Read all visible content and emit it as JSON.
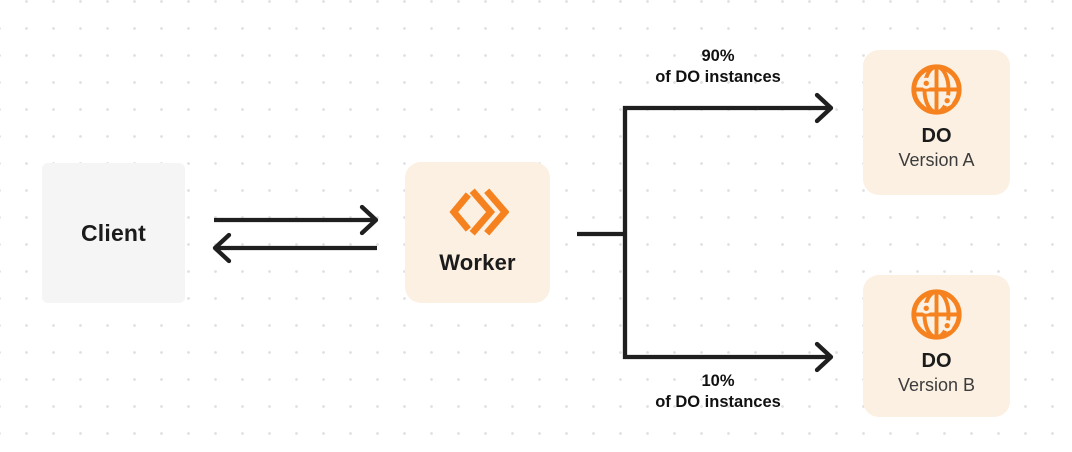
{
  "canvas": {
    "colors": {
      "canvas_bg": "#ffffff",
      "dot_color": "#e3e3e3",
      "line_color": "#1f1f1f",
      "accent_orange": "#f6821f",
      "box_cream": "#fbf0e2",
      "box_gray": "#f5f5f6",
      "text_dark": "#1b1b1b",
      "text_sub": "#3c3c3c"
    }
  },
  "nodes": {
    "client": {
      "label": "Client"
    },
    "worker": {
      "label": "Worker",
      "icon": "workers-chevrons-icon"
    },
    "do_version_a": {
      "title": "DO",
      "subtitle": "Version A",
      "icon": "durable-object-globe-icon"
    },
    "do_version_b": {
      "title": "DO",
      "subtitle": "Version B",
      "icon": "durable-object-globe-icon"
    }
  },
  "edges": {
    "client_worker": {
      "type": "bidirectional-arrows"
    },
    "split_top": {
      "percent": "90%",
      "caption": "of DO instances"
    },
    "split_bottom": {
      "percent": "10%",
      "caption": "of DO instances"
    }
  }
}
